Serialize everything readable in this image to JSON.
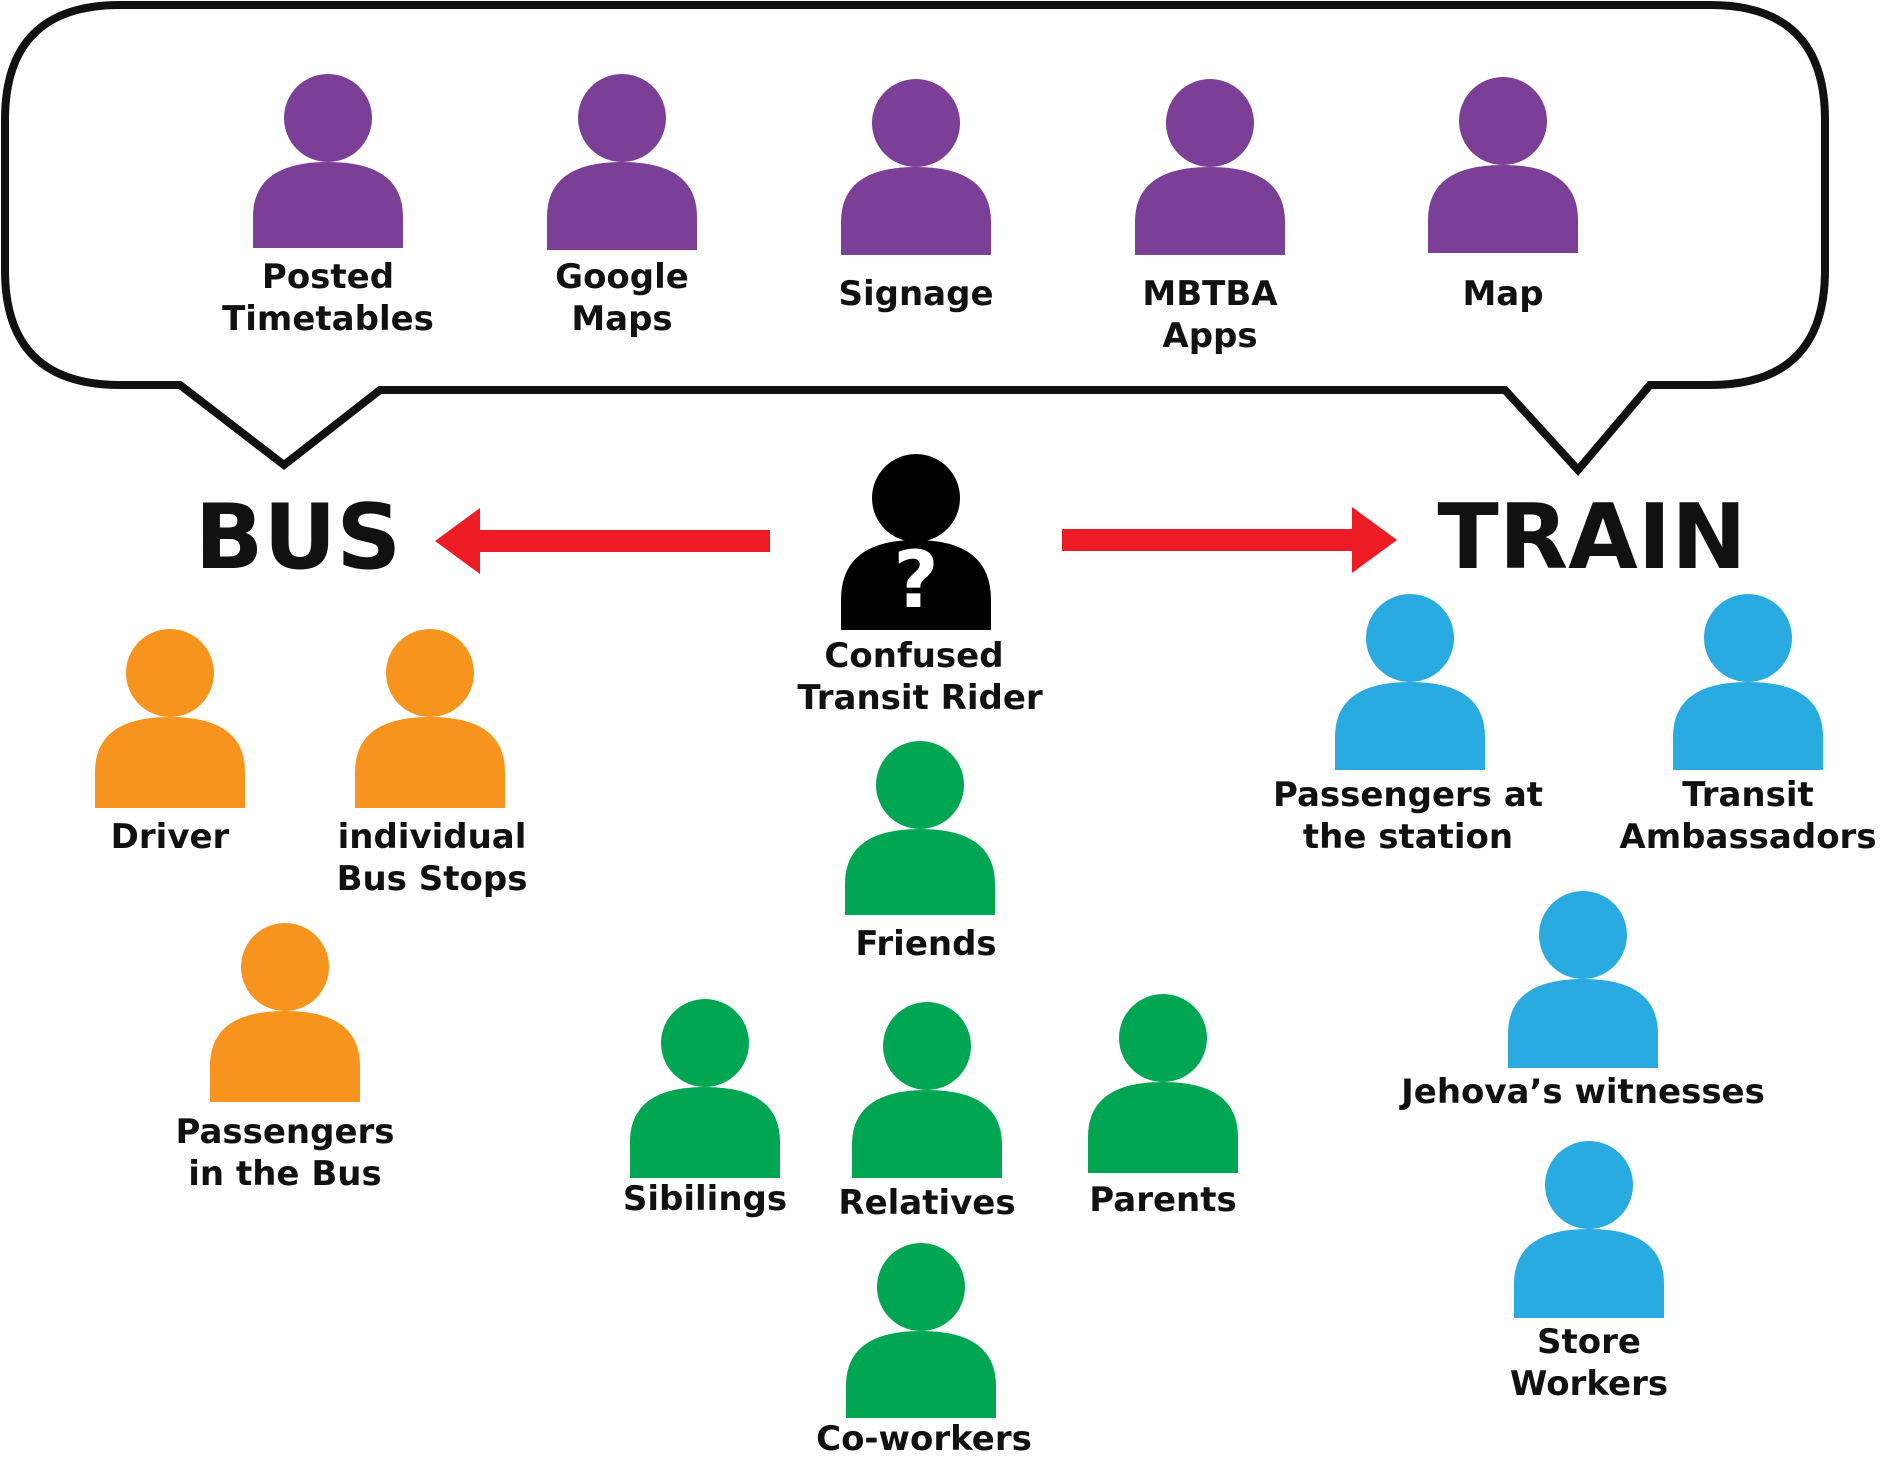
{
  "colors": {
    "info": "#7b3f98",
    "bus": "#f7941d",
    "social": "#00a651",
    "train": "#29abe2",
    "rider": "#000000",
    "arrow": "#ed1c24"
  },
  "info_sources": [
    {
      "label": [
        "Posted",
        "Timetables"
      ]
    },
    {
      "label": [
        "Google",
        "Maps"
      ]
    },
    {
      "label": [
        "Signage"
      ]
    },
    {
      "label": [
        "MBTBA",
        "Apps"
      ]
    },
    {
      "label": [
        "Map"
      ]
    }
  ],
  "center": {
    "label": [
      "Confused",
      "Transit Rider"
    ],
    "mark": "?"
  },
  "modes": {
    "bus": "BUS",
    "train": "TRAIN"
  },
  "bus_people": [
    {
      "label": [
        "Driver"
      ]
    },
    {
      "label": [
        "individual",
        "Bus Stops"
      ]
    },
    {
      "label": [
        "Passengers",
        "in the Bus"
      ]
    }
  ],
  "social_people": [
    {
      "label": [
        "Friends"
      ]
    },
    {
      "label": [
        "Sibilings"
      ]
    },
    {
      "label": [
        "Relatives"
      ]
    },
    {
      "label": [
        "Parents"
      ]
    },
    {
      "label": [
        "Co-workers"
      ]
    }
  ],
  "train_people": [
    {
      "label": [
        "Passengers at",
        "the station"
      ]
    },
    {
      "label": [
        "Transit",
        "Ambassadors"
      ]
    },
    {
      "label": [
        "Jehova’s witnesses"
      ]
    },
    {
      "label": [
        "Store",
        "Workers"
      ]
    }
  ]
}
